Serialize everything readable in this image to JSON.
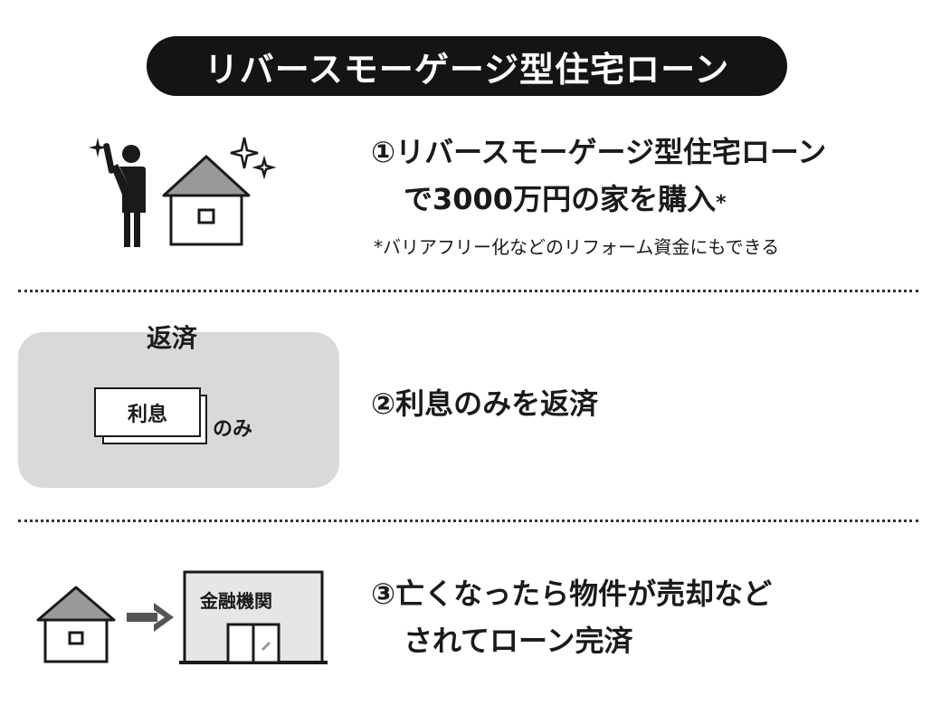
{
  "title": "リバースモーゲージ型住宅ローン",
  "step1": {
    "line1": "①リバースモーゲージ型住宅ローン",
    "line2": "で3000万円の家を購入",
    "asterisk": "*",
    "note": "*バリアフリー化などのリフォーム資金にもできる"
  },
  "step2": {
    "text": "②利息のみを返済",
    "panel_title": "返済",
    "card_label": "利息",
    "card_suffix": "のみ"
  },
  "step3": {
    "line1": "③亡くなったら物件が売却など",
    "line2": "されてローン完済",
    "bank_label": "金融機関"
  },
  "colors": {
    "dark": "#141414",
    "gray_fill": "#999999",
    "panel": "#d9d9d9",
    "arrow": "#555555"
  }
}
